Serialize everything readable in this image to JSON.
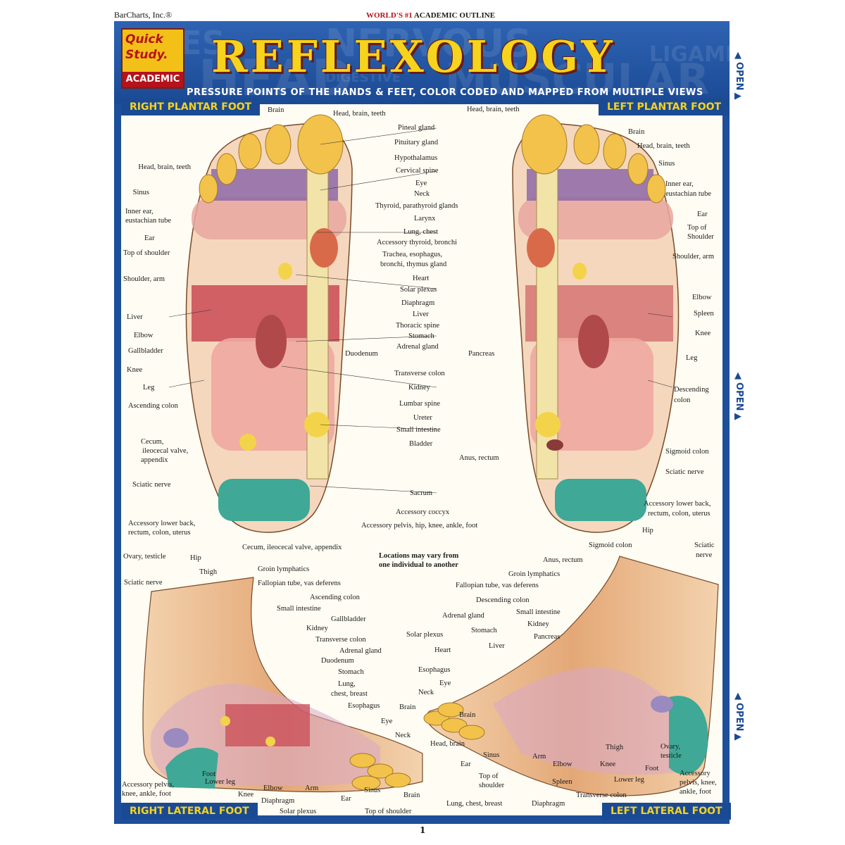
{
  "publisher": "BarCharts, Inc.®",
  "tagline": {
    "accent": "WORLD'S #1",
    "rest": " ACADEMIC OUTLINE"
  },
  "logo": {
    "line1": "Quick",
    "line2": "Study.",
    "line3": "ACADEMIC"
  },
  "title": "REFLEXOLOGY",
  "subtitle": "PRESSURE POINTS OF THE HANDS & FEET, COLOR CODED AND MAPPED FROM MULTIPLE VIEWS",
  "header_bg_words": [
    "HEAD",
    "NERVOUS",
    "MUSCULAR",
    "DIGESTIVE",
    "SES",
    "LIGAMEN"
  ],
  "sections": {
    "right_plantar": "RIGHT PLANTAR FOOT",
    "left_plantar": "LEFT PLANTAR FOOT",
    "right_lateral": "RIGHT LATERAL FOOT",
    "left_lateral": "LEFT LATERAL FOOT"
  },
  "side_tab": "OPEN",
  "page_number": "1",
  "note": [
    "Locations may vary from",
    "one individual to another"
  ],
  "colors": {
    "frame": "#1d4f9a",
    "title": "#f6d31c",
    "panel": "#fffdf3",
    "skin": "#f5dcc0"
  },
  "labels": {
    "rp_left": [
      "Head, brain, teeth",
      "Sinus",
      "Inner ear,",
      "eustachian tube",
      "Ear",
      "Top of shoulder",
      "Shoulder, arm",
      "Liver",
      "Elbow",
      "Gallbladder",
      "Knee",
      "Leg",
      "Ascending colon",
      "Cecum,",
      "ileocecal valve,",
      "appendix",
      "Sciatic nerve"
    ],
    "rp_top": "Brain",
    "rp_right": [
      "Head, brain, teeth",
      "Duodenum"
    ],
    "center": [
      "Pineal gland",
      "Pituitary gland",
      "Hypothalamus",
      "Cervical spine",
      "Eye",
      "Neck",
      "Thyroid, parathyroid glands",
      "Larynx",
      "Lung, chest",
      "Accessory thyroid, bronchi",
      "Trachea, esophagus,",
      "bronchi, thymus gland",
      "Heart",
      "Solar plexus",
      "Diaphragm",
      "Liver",
      "Thoracic spine",
      "Stomach",
      "Adrenal gland",
      "Transverse colon",
      "Kidney",
      "Lumbar spine",
      "Ureter",
      "Small intestine",
      "Bladder",
      "Sacrum",
      "Accessory coccyx",
      "Accessory pelvis, hip, knee, ankle, foot"
    ],
    "lp_left": [
      "Head, brain, teeth",
      "Pancreas",
      "Anus, rectum"
    ],
    "lp_right": [
      "Brain",
      "Head, brain, teeth",
      "Sinus",
      "Inner ear,",
      "eustachian tube",
      "Ear",
      "Top of",
      "Shoulder",
      "Shoulder, arm",
      "Elbow",
      "Spleen",
      "Knee",
      "Leg",
      "Descending",
      "colon",
      "Sigmoid colon",
      "Sciatic nerve"
    ],
    "lp_bottom_right": [
      "Accessory lower back,",
      "rectum, colon, uterus"
    ],
    "rl": [
      "Accessory lower back,",
      "rectum, colon, uterus",
      "Ovary, testicle",
      "Hip",
      "Thigh",
      "Sciatic nerve",
      "Cecum, ileocecal valve, appendix",
      "Groin lymphatics",
      "Fallopian tube, vas deferens",
      "Ascending colon",
      "Small intestine",
      "Gallbladder",
      "Kidney",
      "Transverse colon",
      "Adrenal gland",
      "Duodenum",
      "Stomach",
      "Lung,",
      "chest, breast",
      "Esophagus",
      "Eye",
      "Brain",
      "Neck",
      "Accessory pelvis,",
      "knee, ankle, foot",
      "Lower leg",
      "Foot",
      "Knee",
      "Elbow",
      "Diaphragm",
      "Arm",
      "Solar plexus",
      "Ear",
      "Sinus",
      "Brain",
      "Top of shoulder"
    ],
    "ll": [
      "Sigmoid colon",
      "Hip",
      "Sciatic",
      "nerve",
      "Anus, rectum",
      "Groin lymphatics",
      "Fallopian tube, vas deferens",
      "Descending colon",
      "Small intestine",
      "Adrenal gland",
      "Kidney",
      "Stomach",
      "Pancreas",
      "Solar plexus",
      "Liver",
      "Heart",
      "Esophagus",
      "Eye",
      "Neck",
      "Brain",
      "Head, brain",
      "Sinus",
      "Ear",
      "Top of",
      "shoulder",
      "Lung, chest, breast",
      "Arm",
      "Diaphragm",
      "Elbow",
      "Spleen",
      "Thigh",
      "Knee",
      "Transverse colon",
      "Lower leg",
      "Foot",
      "Ovary,",
      "testicle",
      "Accessory",
      "pelvis, knee,",
      "ankle, foot"
    ]
  }
}
